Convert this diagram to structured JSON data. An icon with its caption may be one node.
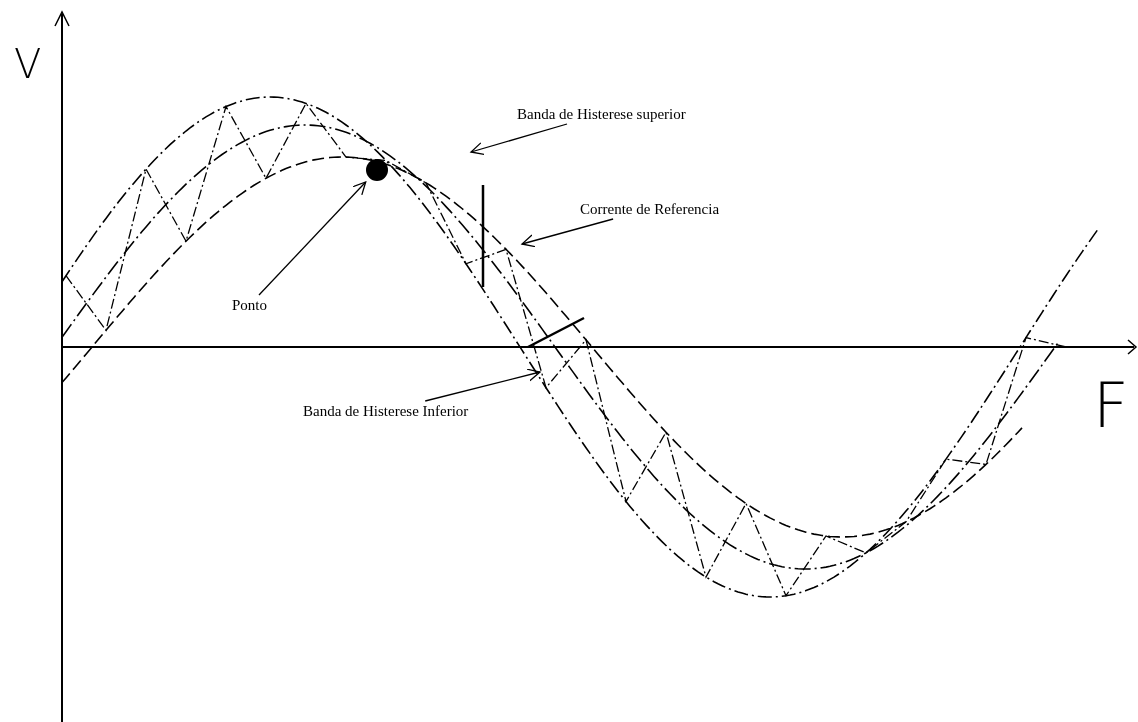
{
  "diagram": {
    "nodes": [
      {
        "text": [
          "Banda de Histerese superior"
        ]
      },
      {
        "text": [
          "Corrente de Referencia"
        ]
      },
      {
        "text": [
          "Ponto"
        ]
      },
      {
        "text": [],
        "shape": "circle"
      },
      {
        "text": [
          "Banda de Histerese Inferior"
        ]
      }
    ],
    "edges": [
      {
        "from": 0,
        "to": null,
        "arrow": "to"
      },
      {
        "from": 1,
        "to": null,
        "arrow": "to"
      },
      {
        "from": 2,
        "to": 3,
        "arrow": "to"
      },
      {
        "from": 4,
        "to": null,
        "arrow": "to"
      }
    ],
    "labels": [
      "V",
      "F"
    ]
  }
}
